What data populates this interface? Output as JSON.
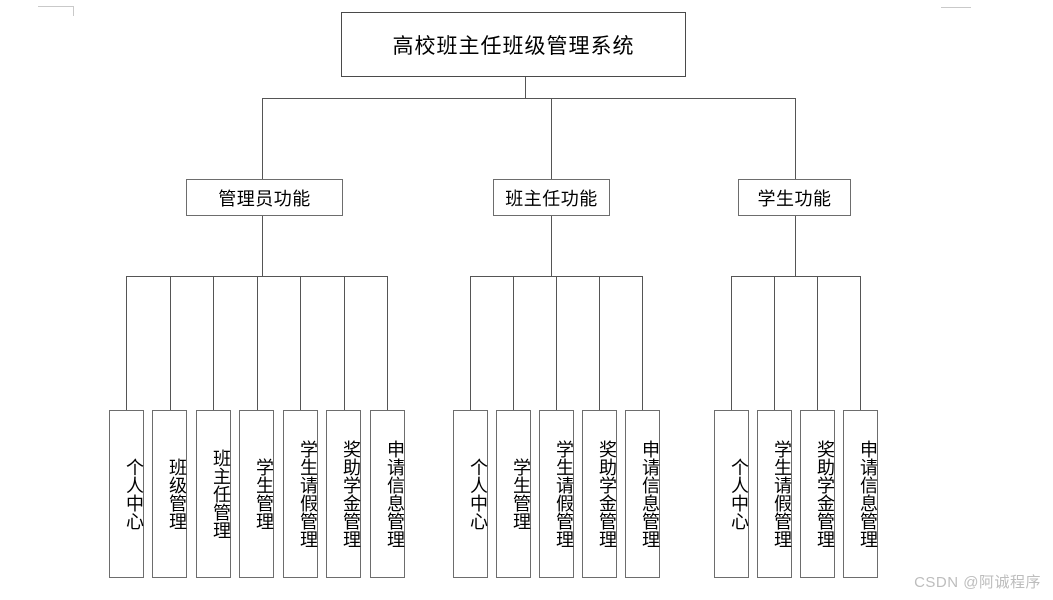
{
  "diagram": {
    "type": "tree",
    "title": "高校班主任班级管理系统",
    "root": {
      "label": "高校班主任班级管理系统"
    },
    "groups": [
      {
        "label": "管理员功能",
        "leaves": [
          {
            "label": "个人中心"
          },
          {
            "label": "班级管理"
          },
          {
            "label": "班主任管理"
          },
          {
            "label": "学生管理"
          },
          {
            "label": "学生请假管理"
          },
          {
            "label": "奖助学金管理"
          },
          {
            "label": "申请信息管理"
          }
        ]
      },
      {
        "label": "班主任功能",
        "leaves": [
          {
            "label": "个人中心"
          },
          {
            "label": "学生管理"
          },
          {
            "label": "学生请假管理"
          },
          {
            "label": "奖助学金管理"
          },
          {
            "label": "申请信息管理"
          }
        ]
      },
      {
        "label": "学生功能",
        "leaves": [
          {
            "label": "个人中心"
          },
          {
            "label": "学生请假管理"
          },
          {
            "label": "奖助学金管理"
          },
          {
            "label": "申请信息管理"
          }
        ]
      }
    ]
  },
  "watermark": {
    "text": "CSDN @阿诚程序"
  },
  "colors": {
    "background": "#ffffff",
    "border": "#6d6d6d",
    "line": "#555555",
    "text": "#000000",
    "watermark": "#bdbdbd",
    "edge_mark": "#c9c9c9"
  }
}
